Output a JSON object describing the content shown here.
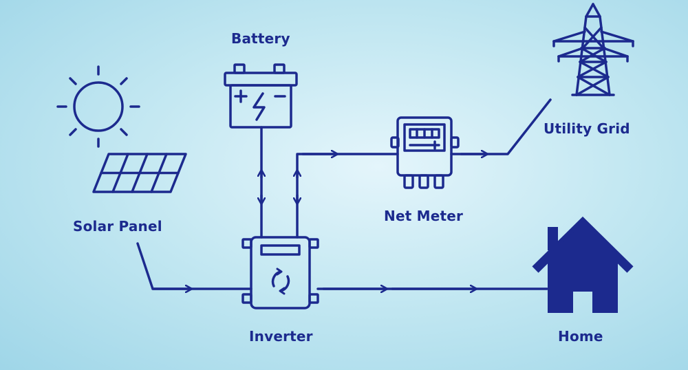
{
  "labels": {
    "battery": "Battery",
    "utility_grid": "Utility Grid",
    "solar_panel": "Solar Panel",
    "net_meter": "Net Meter",
    "inverter": "Inverter",
    "home": "Home"
  },
  "icons": {
    "sun": "sun-icon",
    "solar_panel": "solar-panel-icon",
    "battery": "battery-icon",
    "inverter": "inverter-icon",
    "net_meter": "net-meter-icon",
    "utility_grid": "transmission-tower-icon",
    "home": "house-icon"
  },
  "colors": {
    "stroke": "#1c2a8e",
    "background_center": "#e4f5fb",
    "background_edge": "#9fd6e8"
  }
}
